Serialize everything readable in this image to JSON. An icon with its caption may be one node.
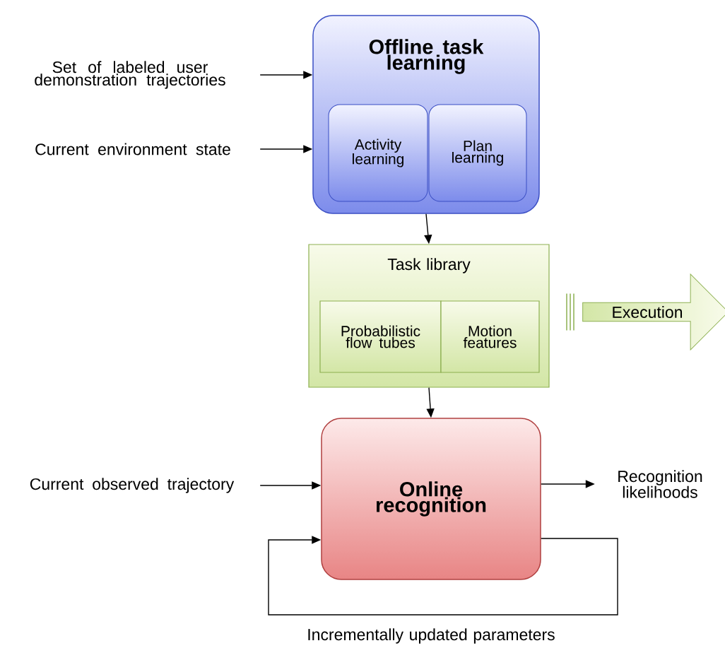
{
  "diagram": {
    "nodes": [
      {
        "text": [
          "Offline task learning"
        ]
      },
      {
        "text": [
          "Activity learning"
        ],
        "in": 0
      },
      {
        "text": [
          "Plan learning"
        ],
        "in": 0
      },
      {
        "text": [
          "Task library"
        ]
      },
      {
        "text": [
          "Probabilistic flow tubes"
        ],
        "in": 3
      },
      {
        "text": [
          "Motion features"
        ],
        "in": 3
      },
      {
        "text": [
          "Execution"
        ]
      },
      {
        "text": [
          "Online recognition"
        ]
      },
      {
        "text": [
          "Set of labeled user demonstration trajectories"
        ]
      },
      {
        "text": [
          "Current environment state"
        ]
      },
      {
        "text": [
          "Current observed trajectory"
        ]
      },
      {
        "text": [
          "Recognition likelihoods"
        ]
      }
    ],
    "edges": [
      {
        "from": 8,
        "to": 0,
        "arrow": "to"
      },
      {
        "from": 9,
        "to": 0,
        "arrow": "to"
      },
      {
        "from": 0,
        "to": 3,
        "arrow": "to"
      },
      {
        "from": 3,
        "to": 7,
        "arrow": "to"
      },
      {
        "from": 10,
        "to": 7,
        "arrow": "to"
      },
      {
        "from": 7,
        "to": 11,
        "arrow": "to"
      },
      {
        "from": 7,
        "to": 7,
        "arrow": "to",
        "label": "Incrementally updated parameters"
      }
    ]
  }
}
